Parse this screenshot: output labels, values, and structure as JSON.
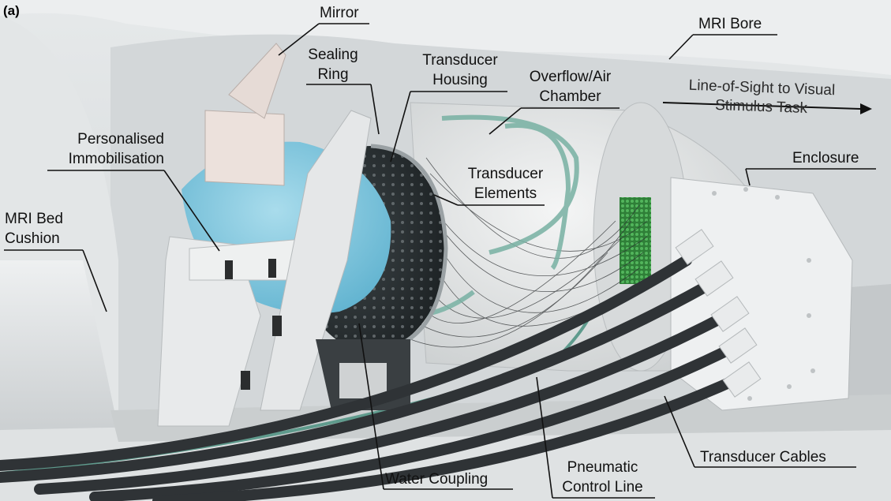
{
  "panel_tag": "(a)",
  "labels": {
    "mirror": "Mirror",
    "sealing_ring_1": "Sealing",
    "sealing_ring_2": "Ring",
    "transducer_housing_1": "Transducer",
    "transducer_housing_2": "Housing",
    "overflow_1": "Overflow/Air",
    "overflow_2": "Chamber",
    "mri_bore": "MRI Bore",
    "line_of_sight_1": "Line-of-Sight to Visual",
    "line_of_sight_2": "Stimulus Task",
    "personalised_1": "Personalised",
    "personalised_2": "Immobilisation",
    "transducer_elements_1": "Transducer",
    "transducer_elements_2": "Elements",
    "enclosure": "Enclosure",
    "mri_bed_1": "MRI Bed",
    "mri_bed_2": "Cushion",
    "water_coupling": "Water Coupling",
    "pneumatic_1": "Pneumatic",
    "pneumatic_2": "Control Line",
    "transducer_cables": "Transducer Cables"
  },
  "colors": {
    "background": "#d9dcdd",
    "mask_blue": "#7cc4dc",
    "transducer_dark": "#2a3032",
    "cable": "#2f3336",
    "tube_green": "#6fa89a",
    "element_green": "#3fa34a",
    "label_text": "#111111"
  }
}
